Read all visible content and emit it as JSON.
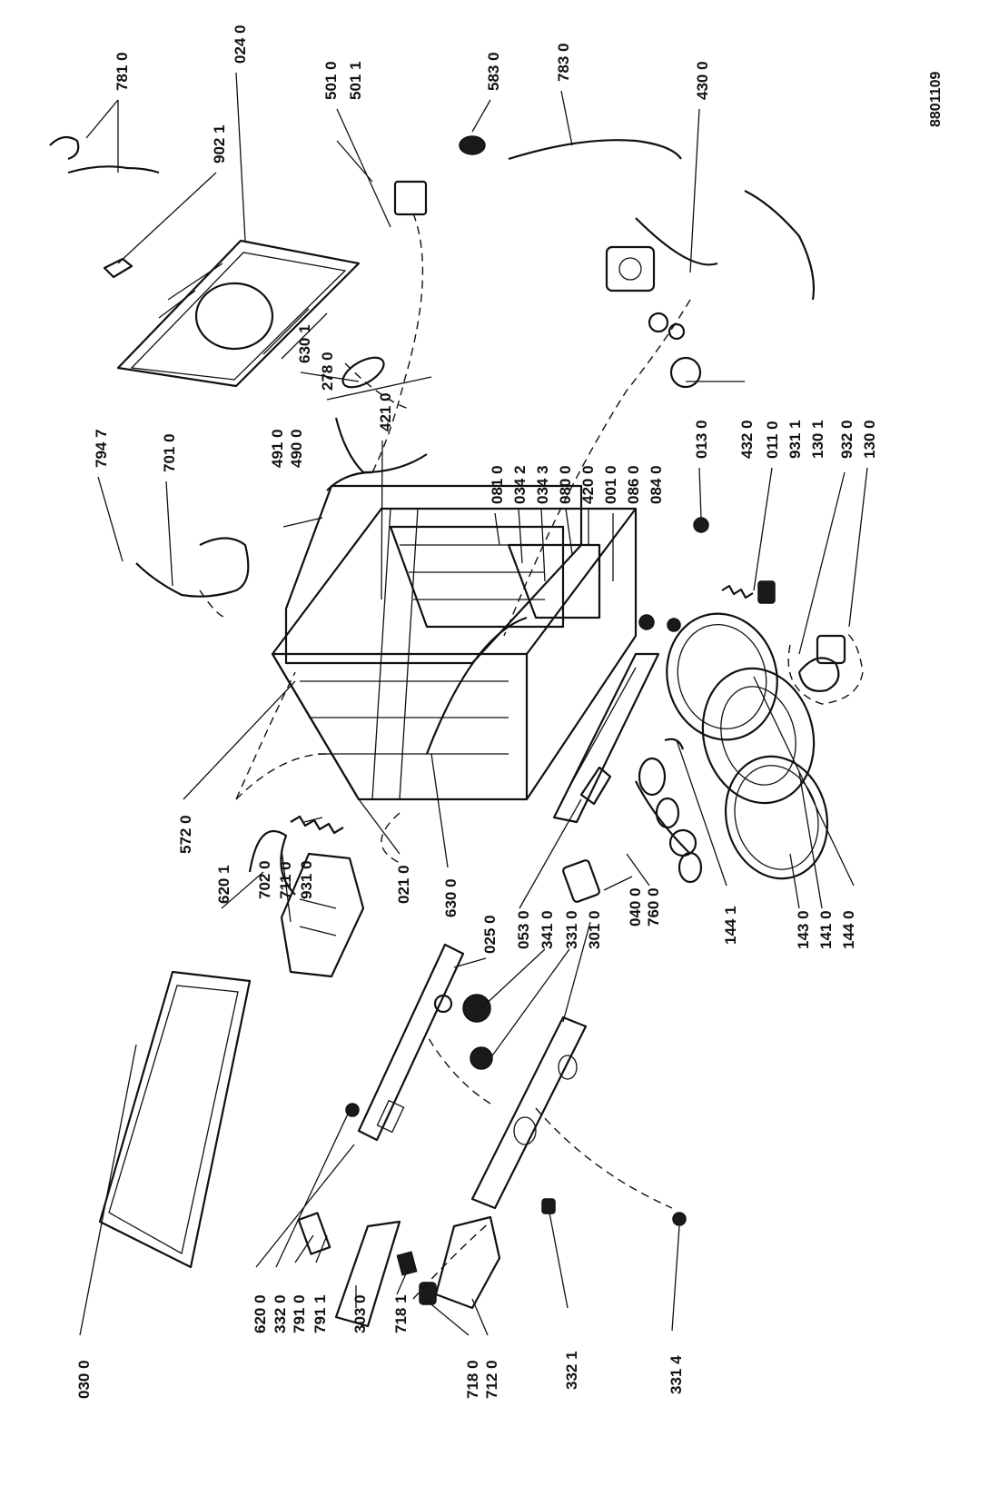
{
  "document": {
    "drawing_number": "8801109"
  },
  "callouts": [
    "781 0",
    "902 1",
    "024 0",
    "501 0",
    "501 1",
    "583 0",
    "783 0",
    "430 0",
    "794 7",
    "701 0",
    "491 0",
    "490 0",
    "630 1",
    "278 0",
    "421 0",
    "081 0",
    "034 2",
    "034 3",
    "080 0",
    "420 0",
    "001 0",
    "086 0",
    "084 0",
    "013 0",
    "432 0",
    "011 0",
    "931 1",
    "130 1",
    "932 0",
    "130 0",
    "572 0",
    "620 1",
    "702 0",
    "711 0",
    "931 0",
    "021 0",
    "630 0",
    "025 0",
    "053 0",
    "341 0",
    "331 0",
    "301 0",
    "040 0",
    "760 0",
    "144 1",
    "143 0",
    "141 0",
    "144 0",
    "030 0",
    "620 0",
    "332 0",
    "791 0",
    "791 1",
    "303 0",
    "718 1",
    "718 0",
    "712 0",
    "332 1",
    "331 4"
  ],
  "colors": {
    "ink": "#111111",
    "paper": "#ffffff"
  }
}
